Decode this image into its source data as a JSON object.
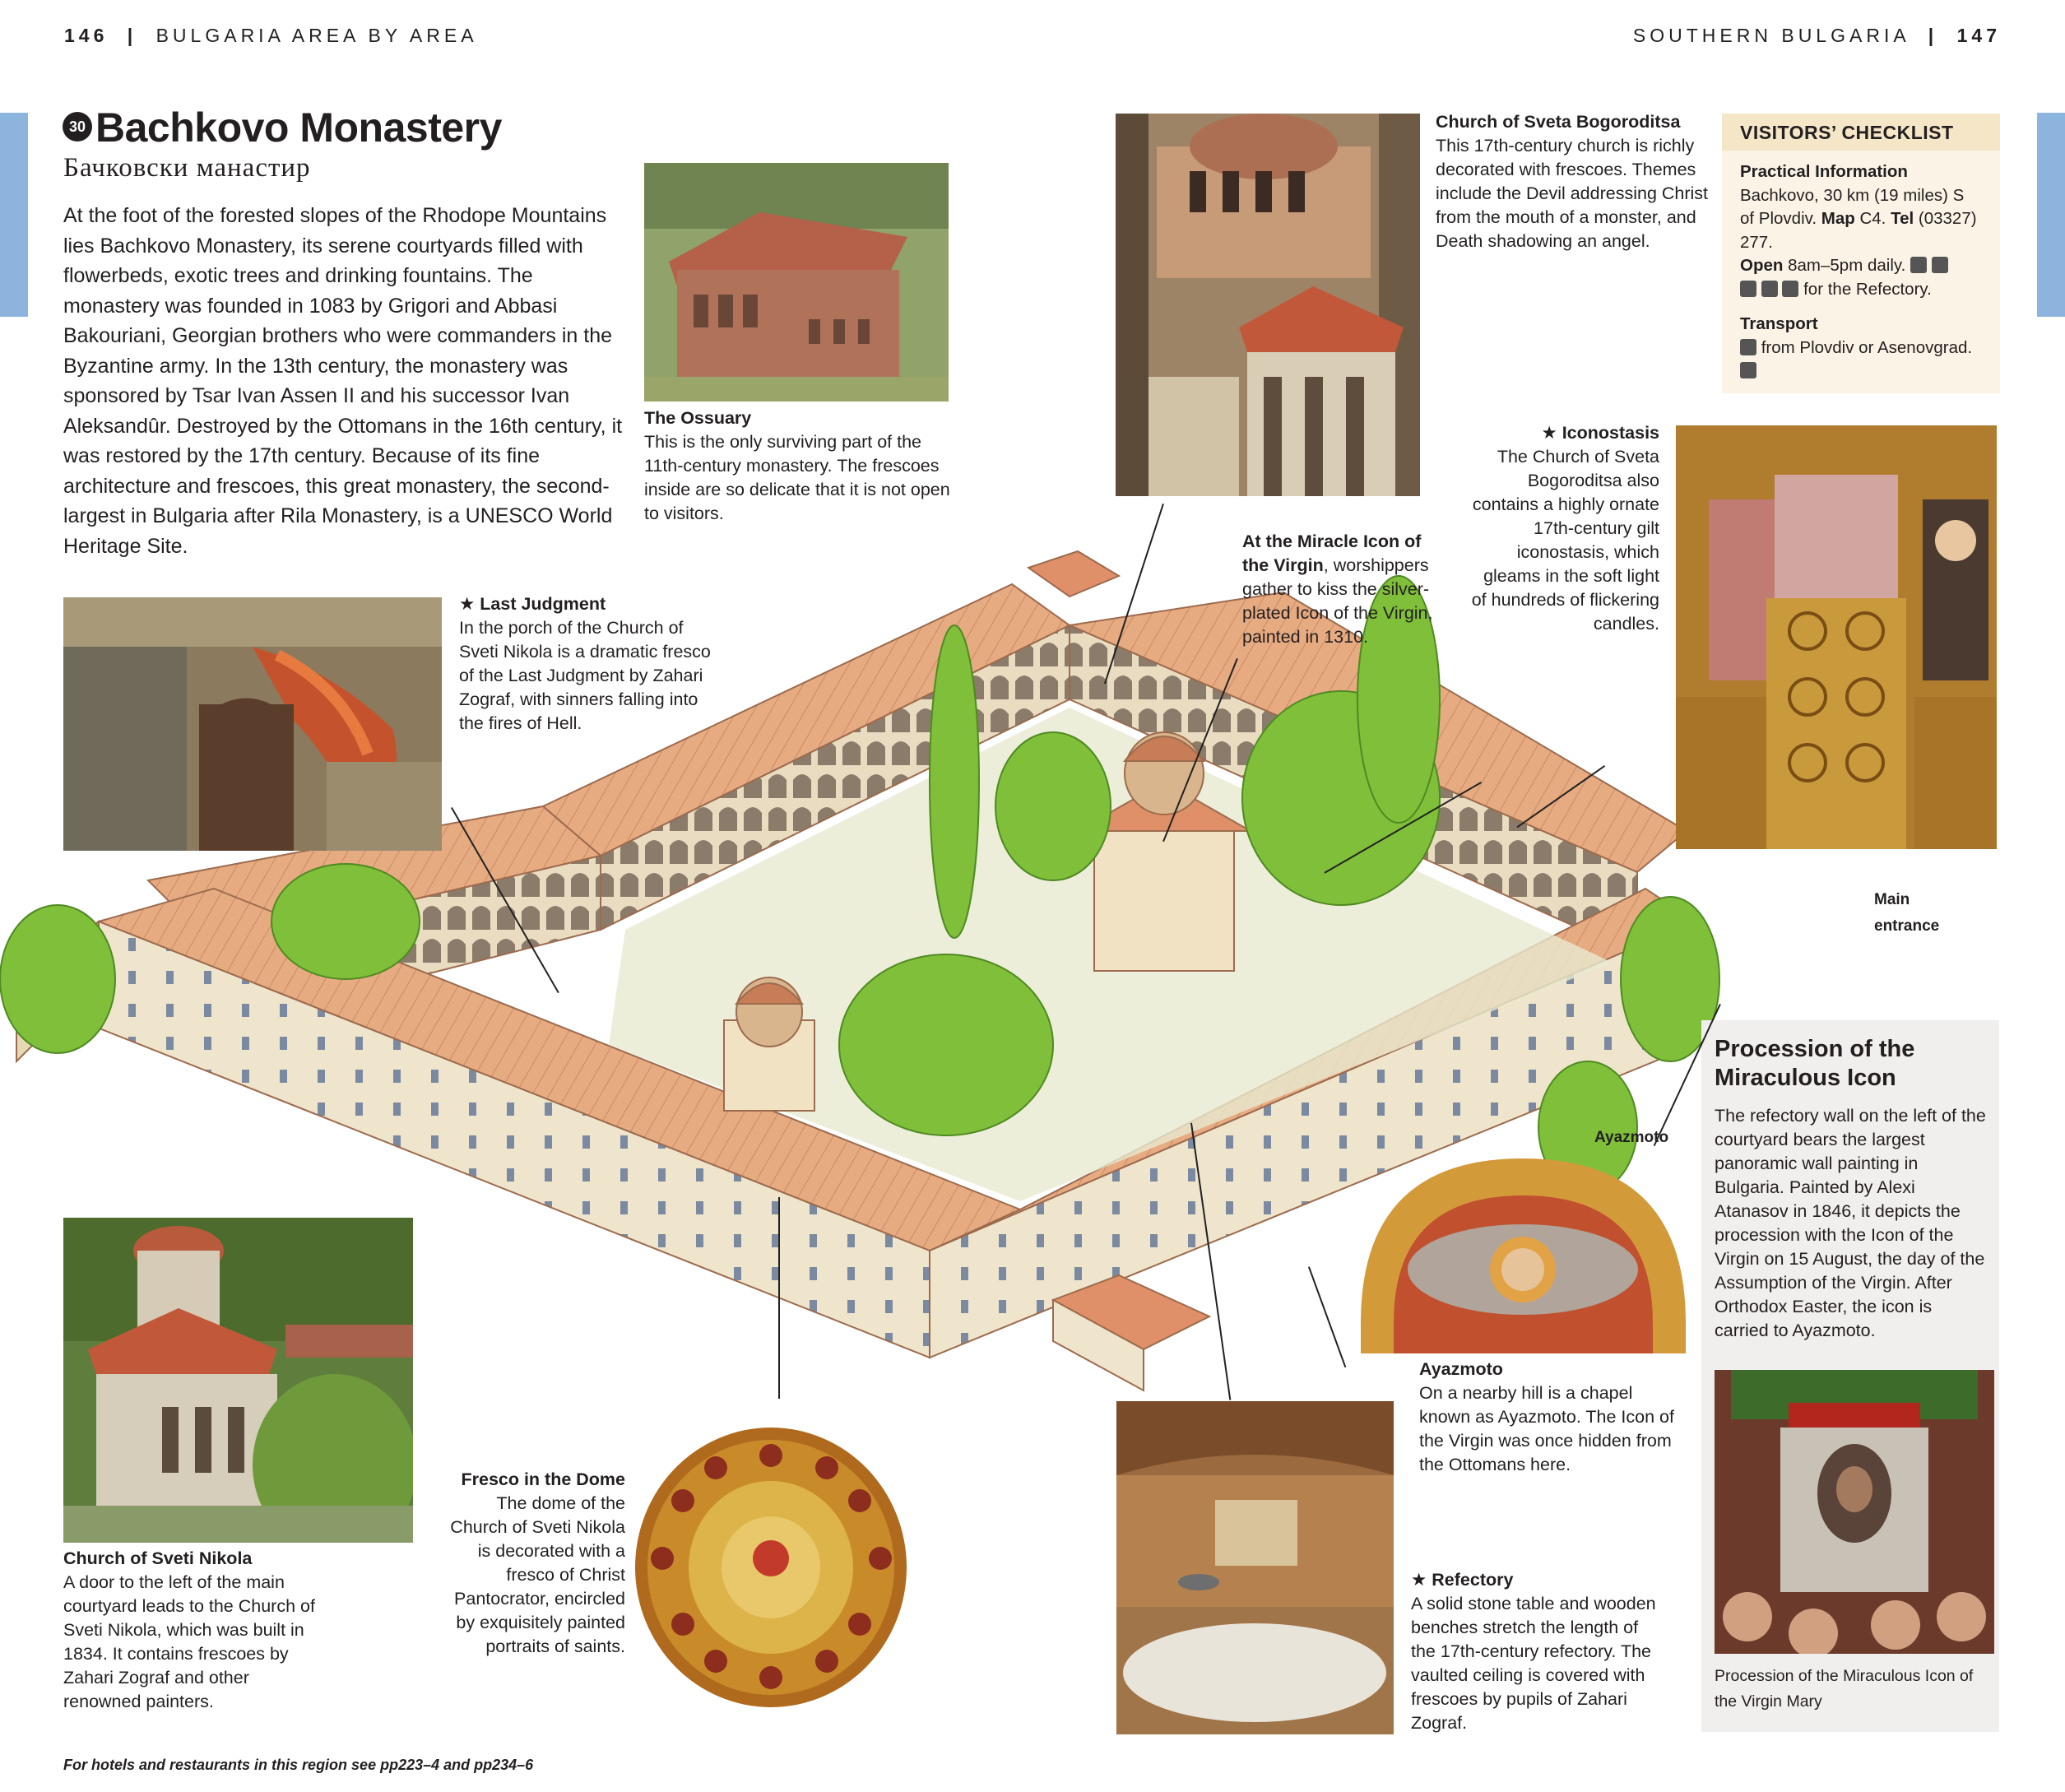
{
  "header": {
    "left_page_num": "146",
    "left_section": "BULGARIA AREA BY AREA",
    "right_section": "SOUTHERN BULGARIA",
    "right_page_num": "147"
  },
  "entry": {
    "number": "30",
    "title": "Bachkovo Monastery",
    "native_title": "Бачковски манастир",
    "intro": "At the foot of the forested slopes of the Rhodope Mountains lies Bachkovo Monastery, its serene courtyards filled with flowerbeds, exotic trees and drinking fountains. The monastery was founded in 1083 by Grigori and Abbasi Bakouriani, Georgian brothers who were commanders in the Byzantine army. In the 13th century, the monastery was sponsored by Tsar Ivan Assen II and his successor Ivan Aleksandûr. Destroyed by the Ottomans in the 16th century, it was restored by the 17th century. Because of its fine architecture and frescoes, this great monastery, the second-largest in Bulgaria after Rila Monastery, is a UNESCO World Heritage Site."
  },
  "captions": {
    "ossuary": {
      "title": "The Ossuary",
      "text": "This is the only surviving part of the 11th-century monastery. The frescoes inside are so delicate that it is not open to visitors."
    },
    "bogoroditsa": {
      "title": "Church of Sveta Bogoroditsa",
      "text": "This 17th-century church is richly decorated with frescoes. Themes include the Devil addressing Christ from the mouth of a monster, and Death shadowing an angel."
    },
    "iconostasis": {
      "star": "★",
      "title": "Iconostasis",
      "text": "The Church of Sveta Bogoroditsa also contains a highly ornate 17th-century gilt iconostasis, which gleams in the soft light of hundreds of flickering candles."
    },
    "miracle_icon": {
      "title": "At the Miracle Icon of the Virgin",
      "text": ", worshippers gather to kiss the silver-plated Icon of the Virgin, painted in 1310."
    },
    "last_judgment": {
      "star": "★",
      "title": "Last Judgment",
      "text": "In the porch of the Church of Sveti Nikola is a dramatic fresco of the Last Judgment by Zahari Zograf, with sinners falling into the fires of Hell."
    },
    "sveti_nikola": {
      "title": "Church of Sveti Nikola",
      "text": "A door to the left of the main courtyard leads to the Church of Sveti Nikola, which was built in 1834. It contains frescoes by Zahari Zograf and other renowned painters."
    },
    "dome": {
      "title": "Fresco in the Dome",
      "text": "The dome of the Church of Sveti Nikola is decorated with a fresco of Christ Pantocrator, encircled by exquisitely painted portraits of saints."
    },
    "ayazmoto": {
      "title": "Ayazmoto",
      "text": "On a nearby hill is a chapel known as Ayazmoto. The Icon of the Virgin was once hidden from the Ottomans here."
    },
    "refectory": {
      "star": "★",
      "title": "Refectory",
      "text": "A solid stone table and wooden benches stretch the length of the 17th-century refectory. The vaulted ceiling is covered with frescoes by pupils of Zahari Zograf."
    },
    "main_entrance": "Main entrance",
    "ayazmoto_label": "Ayazmoto"
  },
  "checklist": {
    "heading": "VISITORS’ CHECKLIST",
    "practical_heading": "Practical Information",
    "address": "Bachkovo, 30 km (19 miles) S of Plovdiv.",
    "map_label": "Map",
    "map_value": "C4.",
    "tel_label": "Tel",
    "tel_value": "(03327) 277.",
    "open_label": "Open",
    "open_value": "8am–5pm daily.",
    "refectory_note": "for the Refectory.",
    "transport_heading": "Transport",
    "transport_text": "from Plovdiv or Asenovgrad."
  },
  "sidebar": {
    "title": "Procession of the Miraculous Icon",
    "text": "The refectory wall on the left of the courtyard bears the largest panoramic wall painting in Bulgaria. Painted by Alexi Atanasov in 1846, it depicts the procession with the Icon of the Virgin on 15 August, the day of the Assumption of the Virgin. After Orthodox Easter, the icon is carried to Ayazmoto.",
    "photo_caption": "Procession of the Miraculous Icon of the Virgin Mary"
  },
  "footer": {
    "text": "For hotels and restaurants in this region see pp223–4 and pp234–6"
  },
  "colors": {
    "tab": "#8db4dd",
    "checklist_bg": "#fbf4e6",
    "sidebar_bg": "#f1efed",
    "roof": "#e3a77d",
    "wall": "#f0e6cf"
  }
}
